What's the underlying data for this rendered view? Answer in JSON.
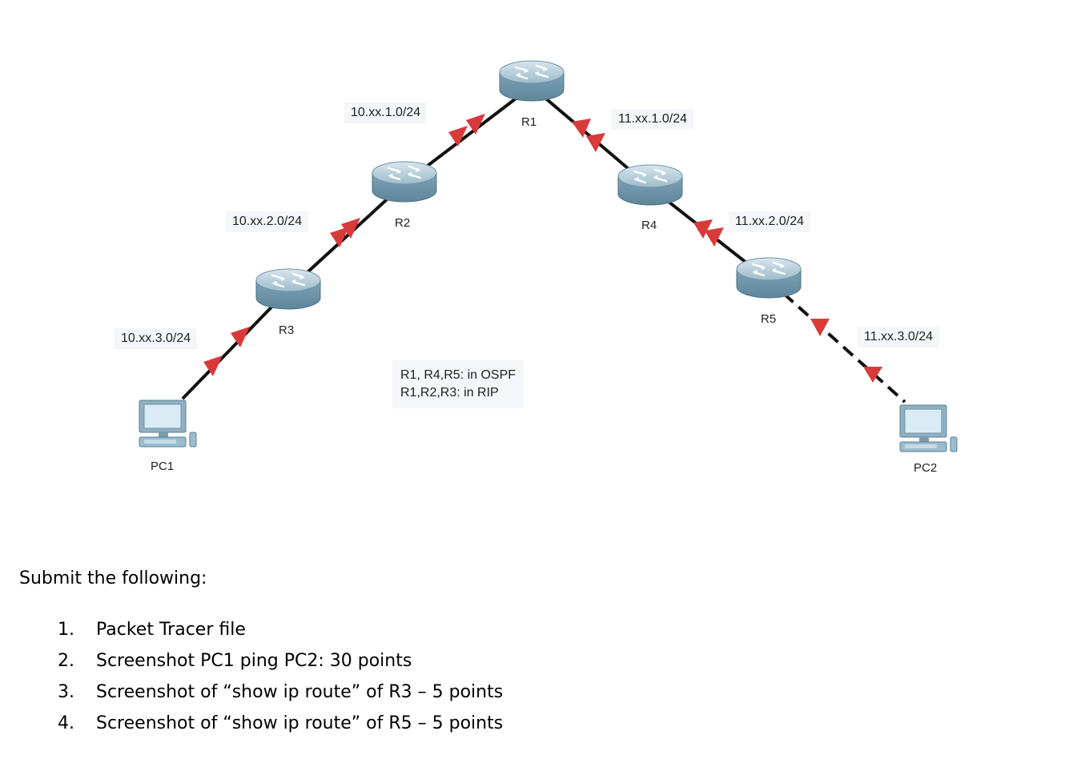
{
  "topology": {
    "routers": [
      {
        "id": "R1",
        "label": "R1"
      },
      {
        "id": "R2",
        "label": "R2"
      },
      {
        "id": "R3",
        "label": "R3"
      },
      {
        "id": "R4",
        "label": "R4"
      },
      {
        "id": "R5",
        "label": "R5"
      }
    ],
    "pcs": [
      {
        "id": "PC1",
        "label": "PC1"
      },
      {
        "id": "PC2",
        "label": "PC2"
      }
    ],
    "links": [
      {
        "from": "R1",
        "to": "R2",
        "network": "10.xx.1.0/24",
        "style": "solid"
      },
      {
        "from": "R2",
        "to": "R3",
        "network": "10.xx.2.0/24",
        "style": "solid"
      },
      {
        "from": "R3",
        "to": "PC1",
        "network": "10.xx.3.0/24",
        "style": "solid"
      },
      {
        "from": "R1",
        "to": "R4",
        "network": "11.xx.1.0/24",
        "style": "solid"
      },
      {
        "from": "R4",
        "to": "R5",
        "network": "11.xx.2.0/24",
        "style": "solid"
      },
      {
        "from": "R5",
        "to": "PC2",
        "network": "11.xx.3.0/24",
        "style": "dashed"
      }
    ],
    "networks": {
      "n10_1": "10.xx.1.0/24",
      "n10_2": "10.xx.2.0/24",
      "n10_3": "10.xx.3.0/24",
      "n11_1": "11.xx.1.0/24",
      "n11_2": "11.xx.2.0/24",
      "n11_3": "11.xx.3.0/24"
    },
    "note_lines": [
      "R1, R4,R5: in OSPF",
      "R1,R2,R3: in RIP"
    ],
    "colors": {
      "link": "#111111",
      "link_status": "#d83a3a",
      "router_body": "#8fb3c4",
      "label_bg": "#f5f6fa"
    }
  },
  "submission": {
    "title": "Submit the following:",
    "items": [
      {
        "num": "1.",
        "text": "Packet Tracer file"
      },
      {
        "num": "2.",
        "text": "Screenshot PC1 ping PC2:   30 points"
      },
      {
        "num": "3.",
        "text": "Screenshot of “show ip route”  of R3 – 5 points"
      },
      {
        "num": "4.",
        "text": "Screenshot of “show ip route”  of R5 – 5 points"
      }
    ]
  }
}
